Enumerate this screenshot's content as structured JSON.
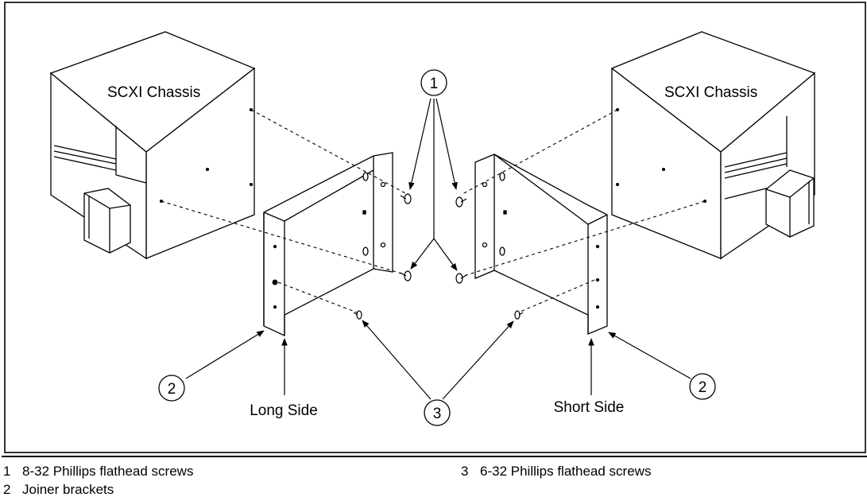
{
  "labels": {
    "chassis_left": "SCXI Chassis",
    "chassis_right": "SCXI Chassis",
    "long_side": "Long Side",
    "short_side": "Short Side"
  },
  "callouts": [
    "1",
    "2",
    "2",
    "3"
  ],
  "legend": [
    {
      "num": "1",
      "text": "8-32 Phillips flathead screws"
    },
    {
      "num": "2",
      "text": "Joiner brackets"
    },
    {
      "num": "3",
      "text": "6-32 Phillips flathead screws"
    }
  ]
}
